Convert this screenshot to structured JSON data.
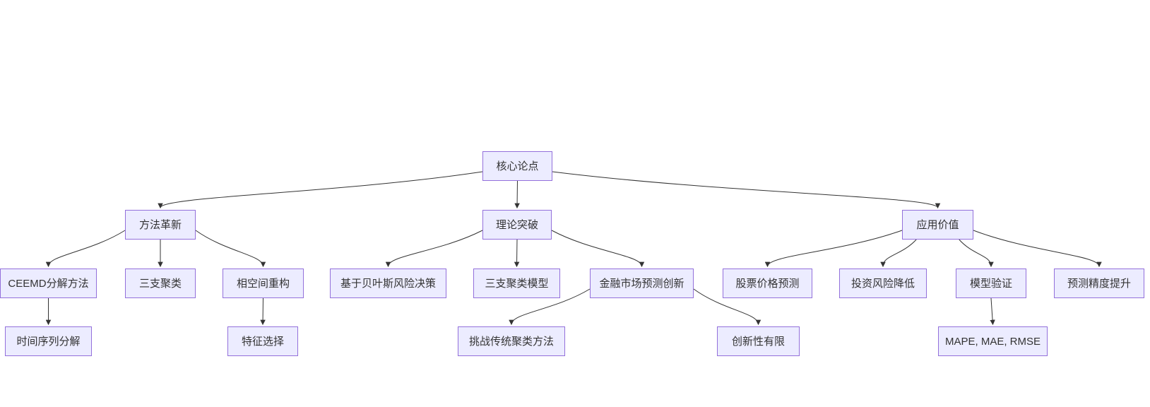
{
  "diagram": {
    "type": "flowchart-top-down",
    "colors": {
      "background": "#ffffff",
      "node_fill": "#ECECFF",
      "node_border": "#9370DB",
      "edge": "#333333",
      "text": "#333333"
    },
    "nodes": [
      {
        "id": "root",
        "label": "核心论点"
      },
      {
        "id": "method",
        "label": "方法革新"
      },
      {
        "id": "theory",
        "label": "理论突破"
      },
      {
        "id": "application",
        "label": "应用价值"
      },
      {
        "id": "ceemd",
        "label": "CEEMD分解方法"
      },
      {
        "id": "three-way",
        "label": "三支聚类"
      },
      {
        "id": "phase-space",
        "label": "相空间重构"
      },
      {
        "id": "bayes",
        "label": "基于贝叶斯风险决策"
      },
      {
        "id": "three-way-model",
        "label": "三支聚类模型"
      },
      {
        "id": "finance-innovation",
        "label": "金融市场预测创新"
      },
      {
        "id": "stock-prediction",
        "label": "股票价格预测"
      },
      {
        "id": "risk-reduction",
        "label": "投资风险降低"
      },
      {
        "id": "model-validation",
        "label": "模型验证"
      },
      {
        "id": "accuracy-improvement",
        "label": "预测精度提升"
      },
      {
        "id": "time-series",
        "label": "时间序列分解"
      },
      {
        "id": "feature-selection",
        "label": "特征选择"
      },
      {
        "id": "challenge-clustering",
        "label": "挑战传统聚类方法"
      },
      {
        "id": "limited-innovation",
        "label": "创新性有限"
      },
      {
        "id": "metrics",
        "label": "MAPE, MAE, RMSE"
      }
    ],
    "edges": [
      [
        "root",
        "method"
      ],
      [
        "root",
        "theory"
      ],
      [
        "root",
        "application"
      ],
      [
        "method",
        "ceemd"
      ],
      [
        "method",
        "three-way"
      ],
      [
        "method",
        "phase-space"
      ],
      [
        "theory",
        "bayes"
      ],
      [
        "theory",
        "three-way-model"
      ],
      [
        "theory",
        "finance-innovation"
      ],
      [
        "application",
        "stock-prediction"
      ],
      [
        "application",
        "risk-reduction"
      ],
      [
        "application",
        "model-validation"
      ],
      [
        "application",
        "accuracy-improvement"
      ],
      [
        "ceemd",
        "time-series"
      ],
      [
        "phase-space",
        "feature-selection"
      ],
      [
        "finance-innovation",
        "challenge-clustering"
      ],
      [
        "finance-innovation",
        "limited-innovation"
      ],
      [
        "model-validation",
        "metrics"
      ]
    ]
  }
}
